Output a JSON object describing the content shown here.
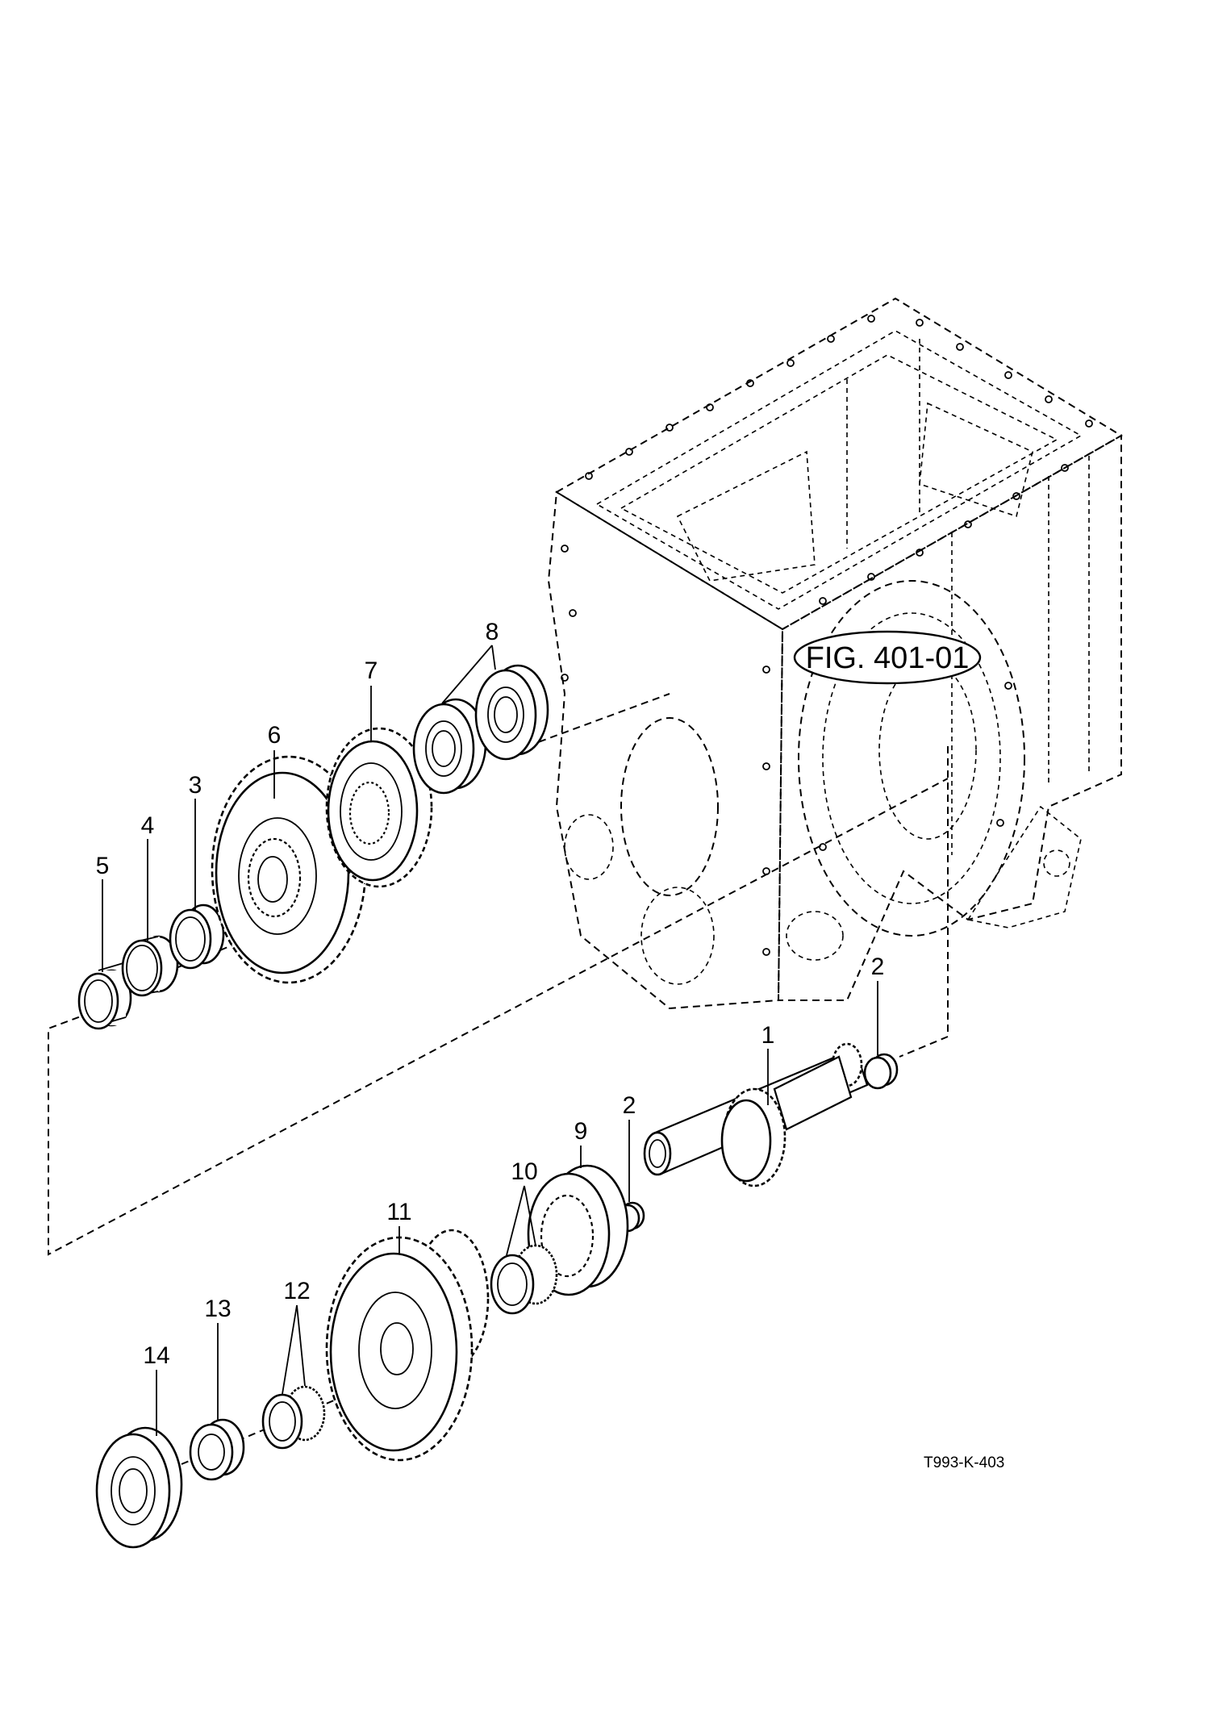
{
  "figure_reference": "FIG. 401-01",
  "drawing_code": "T993-K-403",
  "callouts": [
    "1",
    "2",
    "2",
    "3",
    "4",
    "5",
    "6",
    "7",
    "8",
    "9",
    "10",
    "11",
    "12",
    "13",
    "14"
  ]
}
